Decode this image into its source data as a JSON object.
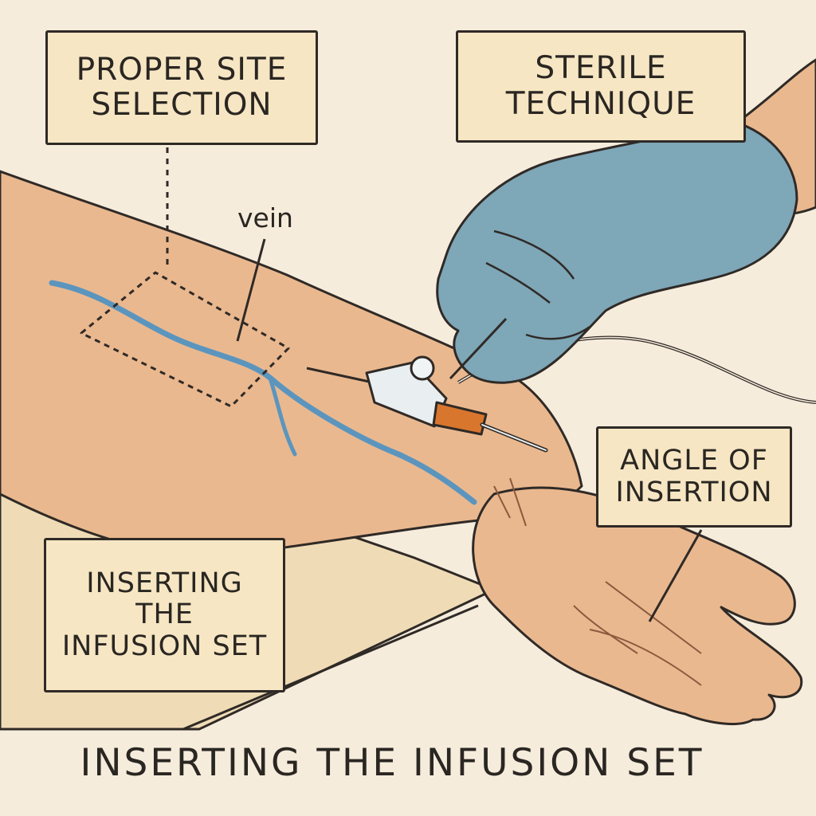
{
  "labels": {
    "site_selection": [
      "Proper site",
      "selection"
    ],
    "sterile_technique": [
      "Sterile",
      "technique"
    ],
    "angle_of_insertion": [
      "Angle of",
      "insertion"
    ],
    "inserting_set": [
      "Inserting",
      "the",
      "infusion set"
    ],
    "vein": "vein"
  },
  "title": "Inserting the infusion set",
  "colors": {
    "background": "#f6ecdc",
    "label_fill": "#f6e6c3",
    "skin": "#eab88f",
    "glove": "#7ea7b8",
    "vein": "#5b95be",
    "catheter_hub": "#d9762e",
    "outline": "#2f2a26"
  }
}
